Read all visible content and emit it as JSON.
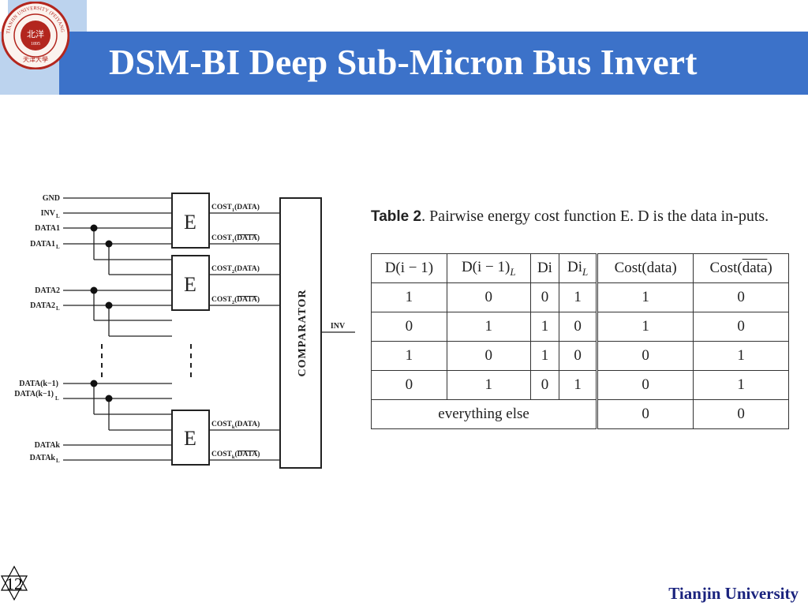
{
  "slide": {
    "title": "DSM-BI Deep Sub-Micron Bus Invert",
    "footer": "Tianjin University",
    "page_number": "12"
  },
  "logo": {
    "ring_text": "TIANJIN UNIVERSITY (PEIYANG UNIVERSITY)",
    "center_text": "北洋",
    "year": "1895",
    "bottom_text": "天津大學"
  },
  "diagram": {
    "inputs": {
      "gnd": "GND",
      "inv": "INV",
      "data1": "DATA1",
      "data1l": "DATA1",
      "data2": "DATA2",
      "data2l": "DATA2",
      "datakm1": "DATA(k−1)",
      "datakm1l": "DATA(k−1)",
      "datak": "DATAk",
      "datakl": "DATAk",
      "sub_l": "L"
    },
    "encoder_label": "E",
    "cost": {
      "prefix": "COST",
      "data": "(DATA)",
      "inv_open": "(",
      "inv_word": "DATA",
      "inv_close": ")",
      "sub1": "1",
      "sub2": "2",
      "subk": "k"
    },
    "comparator": "COMPARATOR",
    "output": "INV"
  },
  "caption": {
    "label": "Table 2",
    "text": ". Pairwise energy cost function E. D is the data in-puts."
  },
  "table": {
    "headers": {
      "d_im1": "D(i − 1)",
      "d_im1_l_base": "D(i − 1)",
      "d_im1_l_sub": "L",
      "di": "Di",
      "dil_base": "Di",
      "dil_sub": "L",
      "cost_data": "Cost(data)",
      "cost_inv_open": "Cost(",
      "cost_inv_word": "data",
      "cost_inv_close": ")"
    },
    "rows": [
      [
        "1",
        "0",
        "0",
        "1",
        "1",
        "0"
      ],
      [
        "0",
        "1",
        "1",
        "0",
        "1",
        "0"
      ],
      [
        "1",
        "0",
        "1",
        "0",
        "0",
        "1"
      ],
      [
        "0",
        "1",
        "0",
        "1",
        "0",
        "1"
      ]
    ],
    "last_row": {
      "label": "everything else",
      "cost_data": "0",
      "cost_inv": "0"
    }
  }
}
